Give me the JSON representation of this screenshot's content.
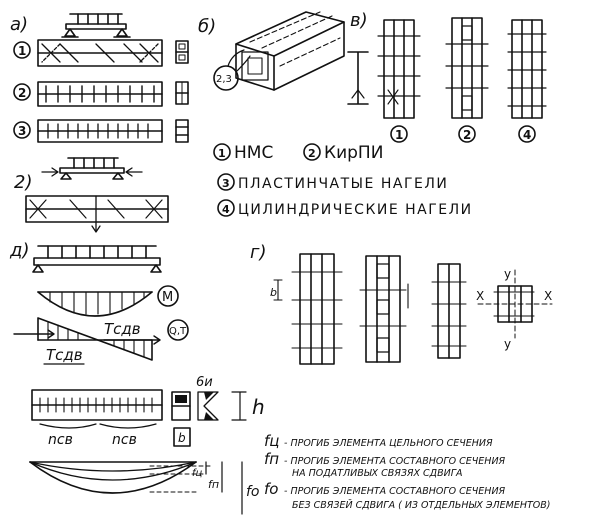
{
  "panels": {
    "a": "а)",
    "b": "б)",
    "v": "в)",
    "g_conn": "г)",
    "g_beam": "2)",
    "d": "д)"
  },
  "row_numbers": [
    "1",
    "2",
    "3"
  ],
  "section_numbers": [
    "1",
    "2",
    "4"
  ],
  "connector_label": "2,3",
  "legend": {
    "item1_num": "1",
    "item1_text": "НМС",
    "item2_num": "2",
    "item2_text": "КирПИ",
    "item3_num": "3",
    "item3_text": "ПЛАСТИНЧАТЫЕ  НАГЕЛИ",
    "item4_num": "4",
    "item4_text": "ЦИЛИНДРИЧЕСКИЕ  НАГЕЛИ"
  },
  "diagram_labels": {
    "moment": "M",
    "shear": "Q,T",
    "tsdv_top": "Тсдв",
    "tsdv_bottom": "Тсдв",
    "ncv_left": "nсв",
    "ncv_right": "nсв",
    "sigma": "6и",
    "h": "h",
    "b": "b",
    "fc": "fц",
    "fp": "fп",
    "fo": "fо"
  },
  "section_labels": {
    "b_dim": "b",
    "x_left": "X",
    "x_right": "X",
    "y_top": "y",
    "y_bottom": "y"
  },
  "definitions": {
    "fc_sym": "fц",
    "fc_text": "- ПРОГИБ  ЭЛЕМЕНТА  ЦЕЛЬНОГО  СЕЧЕНИЯ",
    "fp_sym": "fп",
    "fp_text1": "- ПРОГИБ  ЭЛЕМЕНТА  СОСТАВНОГО  СЕЧЕНИЯ",
    "fp_text2": "НА  ПОДАТЛИВЫХ СВЯЗЯХ  СДВИГА",
    "fo_sym": "fо",
    "fo_text1": "- ПРОГИБ  ЭЛЕМЕНТА  СОСТАВНОГО  СЕЧЕНИЯ",
    "fo_text2": "БЕЗ  СВЯЗЕЙ  СДВИГА ( ИЗ ОТДЕЛЬНЫХ  ЭЛЕМЕНТОВ)"
  }
}
